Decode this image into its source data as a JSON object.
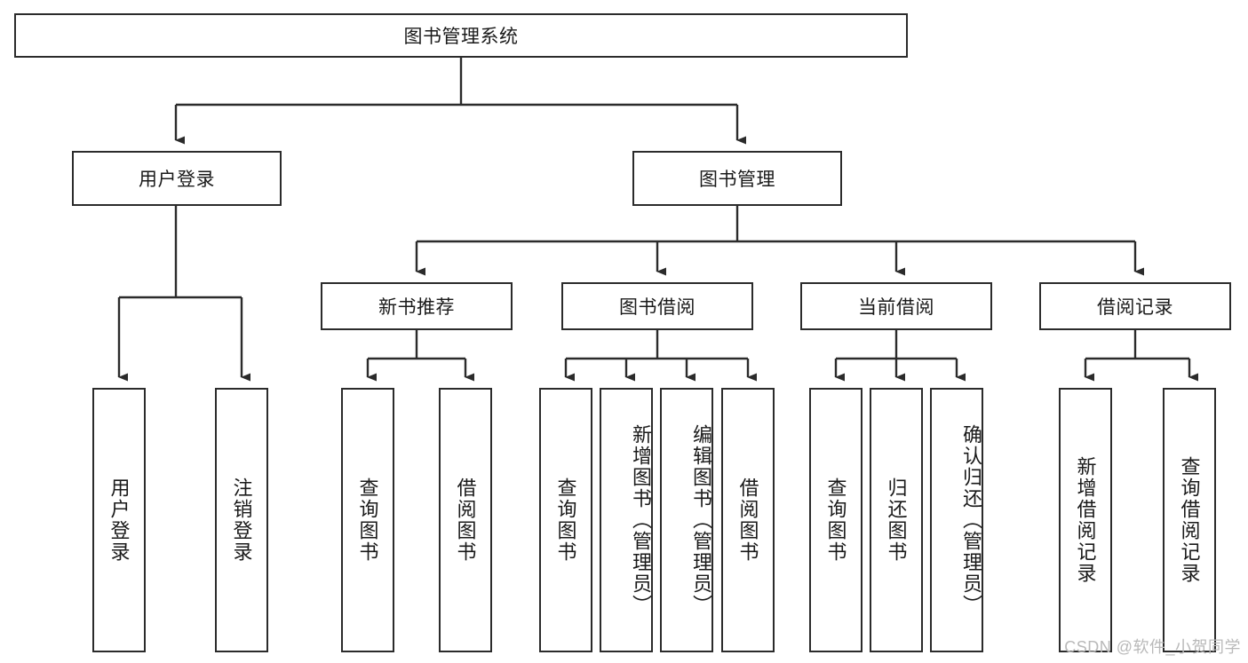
{
  "diagram": {
    "title": "图书管理系统",
    "type": "tree-hierarchy-diagram",
    "root": {
      "label": "图书管理系统"
    },
    "level2": [
      {
        "label": "用户登录"
      },
      {
        "label": "图书管理"
      }
    ],
    "level3": [
      {
        "label": "新书推荐"
      },
      {
        "label": "图书借阅"
      },
      {
        "label": "当前借阅"
      },
      {
        "label": "借阅记录"
      }
    ],
    "leaves": {
      "user_login": [
        {
          "label": "用户登录"
        },
        {
          "label": "注销登录"
        }
      ],
      "new_book_recommend": [
        {
          "label": "查询图书"
        },
        {
          "label": "借阅图书"
        }
      ],
      "book_borrow": [
        {
          "label": "查询图书"
        },
        {
          "label": "新增图书（管理员）"
        },
        {
          "label": "编辑图书（管理员）"
        },
        {
          "label": "借阅图书"
        }
      ],
      "current_borrow": [
        {
          "label": "查询图书"
        },
        {
          "label": "归还图书"
        },
        {
          "label": "确认归还（管理员）"
        }
      ],
      "borrow_records": [
        {
          "label": "新增借阅记录"
        },
        {
          "label": "查询借阅记录"
        }
      ]
    }
  },
  "watermark": {
    "text": "CSDN @软件_小贺同学"
  },
  "colors": {
    "stroke": "#2b2b2b",
    "background": "#ffffff",
    "text": "#1a1a1a",
    "watermark": "#b9b9b9"
  }
}
